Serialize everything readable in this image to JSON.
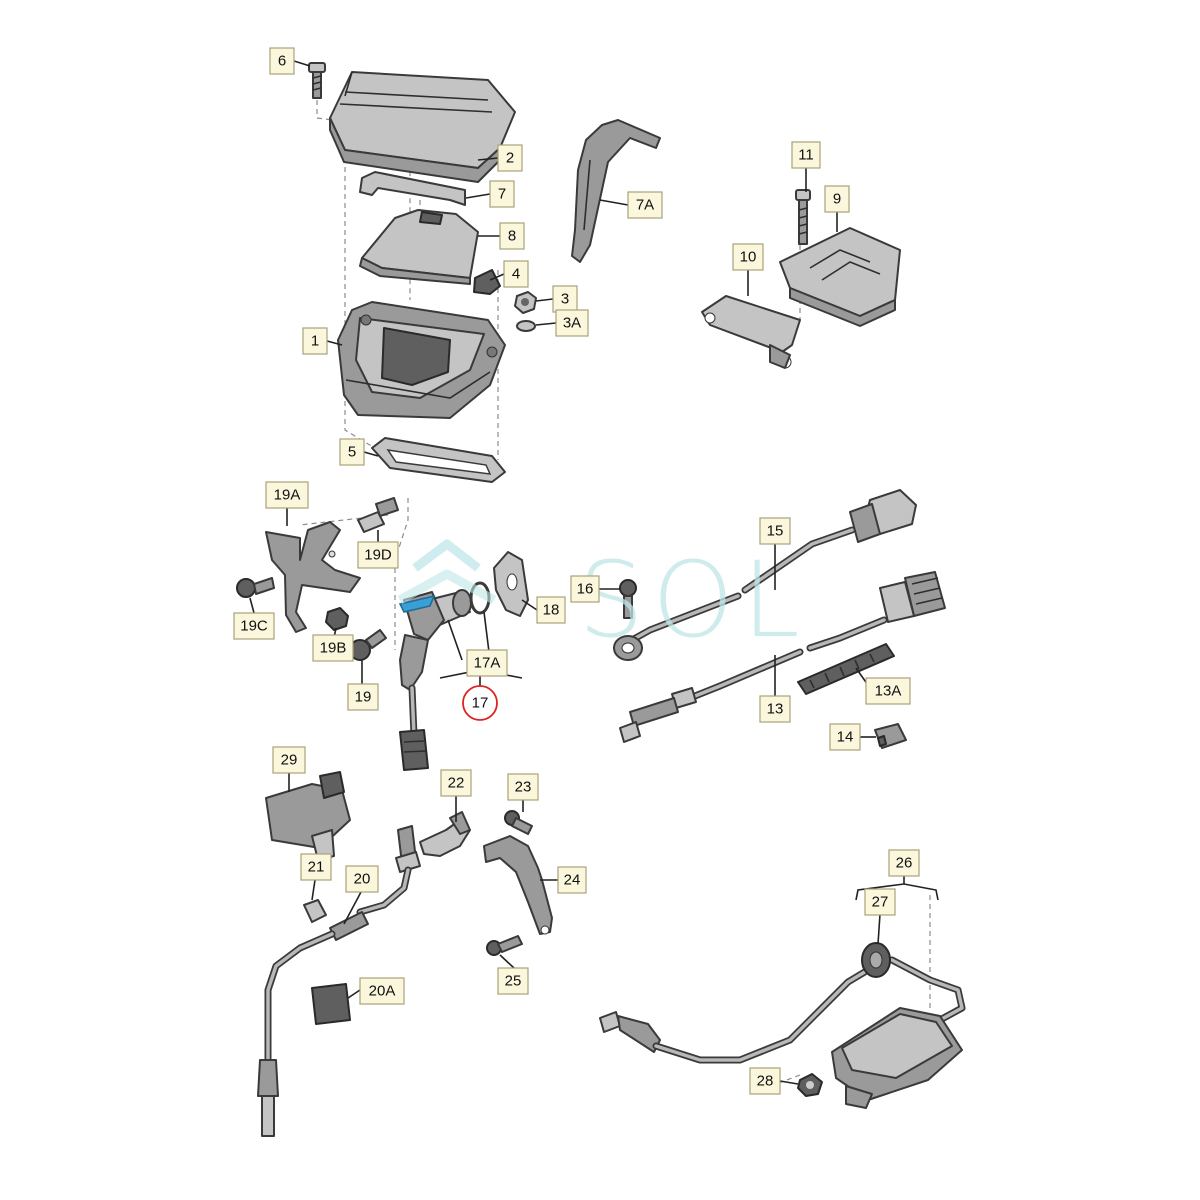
{
  "watermark": {
    "text": "SOL",
    "color": "#bfe6e8"
  },
  "highlight_color": "#e0221f",
  "callouts": {
    "c1": "1",
    "c2": "2",
    "c3": "3",
    "c3a": "3A",
    "c4": "4",
    "c5": "5",
    "c6": "6",
    "c7": "7",
    "c7a": "7A",
    "c8": "8",
    "c9": "9",
    "c10": "10",
    "c11": "11",
    "c13": "13",
    "c13a": "13A",
    "c14": "14",
    "c15": "15",
    "c16": "16",
    "c17": "17",
    "c17a": "17A",
    "c18": "18",
    "c19": "19",
    "c19a": "19A",
    "c19b": "19B",
    "c19c": "19C",
    "c19d": "19D",
    "c20": "20",
    "c20a": "20A",
    "c21": "21",
    "c22": "22",
    "c23": "23",
    "c24": "24",
    "c25": "25",
    "c26": "26",
    "c27": "27",
    "c28": "28",
    "c29": "29"
  }
}
